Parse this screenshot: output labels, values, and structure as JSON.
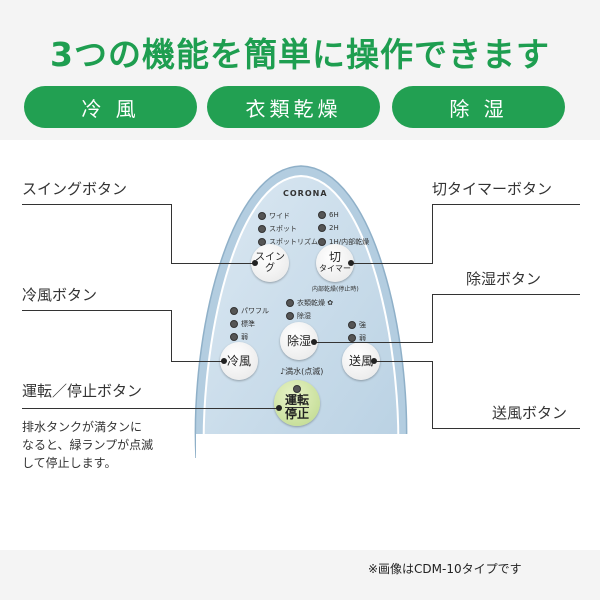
{
  "headline": "3つの機能を簡単に操作できます",
  "modes": [
    "冷 風",
    "衣類乾燥",
    "除 湿"
  ],
  "callouts": {
    "swing": "スイングボタン",
    "off_timer": "切タイマーボタン",
    "dehumidify": "除湿ボタン",
    "cool_air": "冷風ボタン",
    "run_stop": "運転／停止ボタン",
    "fan": "送風ボタン"
  },
  "run_stop_desc": [
    "排水タンクが満タンに",
    "なると、緑ランプが点滅",
    "して停止します。"
  ],
  "note": "※画像はCDM-10タイプです",
  "remote": {
    "brand": "CORONA",
    "swing_leds": [
      "ワイド",
      "スポット",
      "スポットリズム"
    ],
    "timer_leds": [
      "6H",
      "2H",
      "1H/内部乾燥"
    ],
    "swing_button": "スイング",
    "timer_button_top": "切",
    "timer_button_bottom": "タイマー",
    "timer_sub": "内部乾燥(停止時)",
    "dehum_leds": [
      "衣類乾燥",
      "除湿"
    ],
    "cool_leds": [
      "パワフル",
      "標準",
      "弱"
    ],
    "fan_leds": [
      "強",
      "弱"
    ],
    "dehum_button": "除湿",
    "cool_button": "冷風",
    "fan_button": "送風",
    "tank_label": "♪満水(点滅)",
    "run_button_top": "運転",
    "run_button_bottom": "停止"
  }
}
